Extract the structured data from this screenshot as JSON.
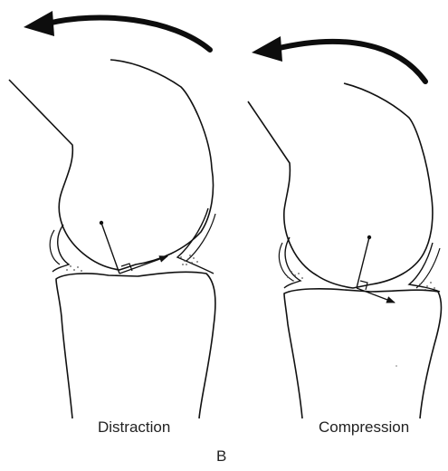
{
  "panels": [
    {
      "caption": "Distraction"
    },
    {
      "caption": "Compression"
    }
  ],
  "figure_letter": "B",
  "colors": {
    "ink": "#111111",
    "arrow": "#0d0d0d",
    "stipple": "#555555"
  }
}
